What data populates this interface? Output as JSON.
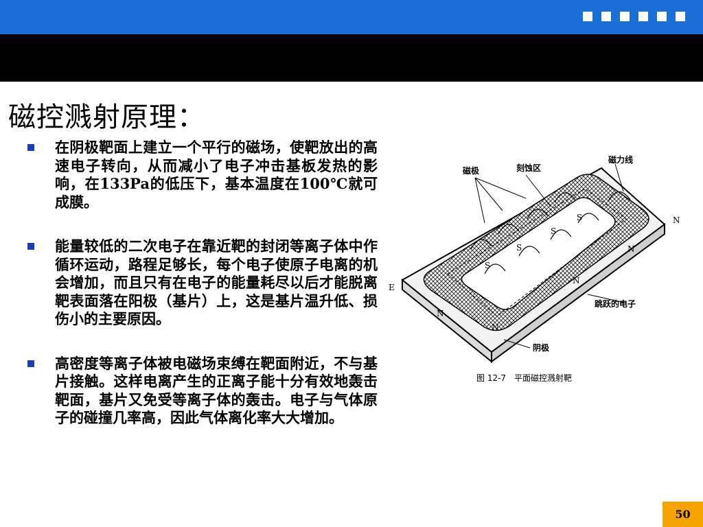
{
  "slide": {
    "title": "磁控溅射原理：",
    "bullets": [
      "在阴极靶面上建立一个平行的磁场，使靶放出的高速电子转向，从而减小了电子冲击基板发热的影响，在133Pa的低压下，基本温度在100℃就可成膜。",
      "能量较低的二次电子在靠近靶的封闭等离子体中作循环运动，路程足够长，每个电子使原子电离的机会增加，而且只有在电子的能量耗尽以后才能脱离靶表面落在阳极（基片）上，这是基片温升低、损伤小的主要原因。",
      "高密度等离子体被电磁场束缚在靶面附近，不与基片接触。这样电离产生的正离子能十分有效地轰击靶面，基片又免受等离子体的轰击。电子与气体原子的碰撞几率高，因此气体离化率大大增加。"
    ],
    "page_number": "50"
  },
  "figure": {
    "caption": "图 12-7　平面磁控溅射靶",
    "labels": {
      "magnet_pole": "磁极",
      "erosion_zone": "刻蚀区",
      "field_line": "磁力线",
      "hopping_electron": "跳跃的电子",
      "cathode": "阴极",
      "n": "N",
      "s": "S",
      "e": "E"
    }
  },
  "colors": {
    "top_bar": "#1a6fd6",
    "band": "#000000",
    "bullet_marker": "#1a3fb5",
    "page_badge": "#f5a400"
  }
}
